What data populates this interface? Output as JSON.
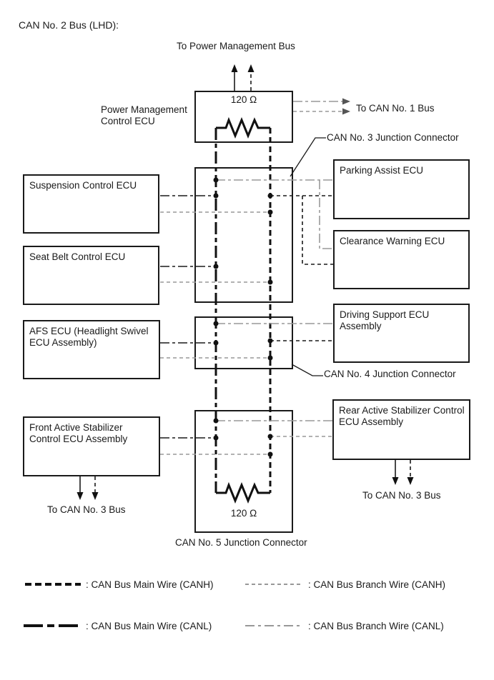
{
  "title": "CAN No. 2 Bus (LHD):",
  "top": {
    "to_power_management_bus": "To Power Management Bus",
    "power_management_ecu": "Power Management Control ECU",
    "resistor_value": "120 Ω",
    "to_can_no1_bus": "To CAN No. 1 Bus"
  },
  "junctions": {
    "no3": "CAN No. 3 Junction Connector",
    "no4": "CAN No. 4 Junction Connector",
    "no5": "CAN No. 5 Junction Connector"
  },
  "bottom": {
    "resistor_value": "120 Ω",
    "to_can_no3_bus_left": "To CAN No. 3 Bus",
    "to_can_no3_bus_right": "To CAN No. 3 Bus"
  },
  "ecus": {
    "suspension": "Suspension Control ECU",
    "seat_belt": "Seat Belt Control ECU",
    "afs": "AFS ECU (Headlight Swivel ECU Assembly)",
    "front_stabilizer": "Front Active Stabilizer Control ECU Assembly",
    "parking_assist": "Parking Assist ECU",
    "clearance_warning": "Clearance Warning ECU",
    "driving_support": "Driving Support ECU Assembly",
    "rear_stabilizer": "Rear Active Stabilizer Control ECU Assembly"
  },
  "legend": {
    "main_canh": ": CAN Bus Main Wire (CANH)",
    "branch_canh": ": CAN Bus Branch Wire (CANH)",
    "main_canl": ": CAN Bus Main Wire (CANL)",
    "branch_canl": ": CAN Bus Branch Wire (CANL)"
  },
  "colors": {
    "wire_black": "#1a1a1a",
    "branch_gray": "#999999"
  }
}
